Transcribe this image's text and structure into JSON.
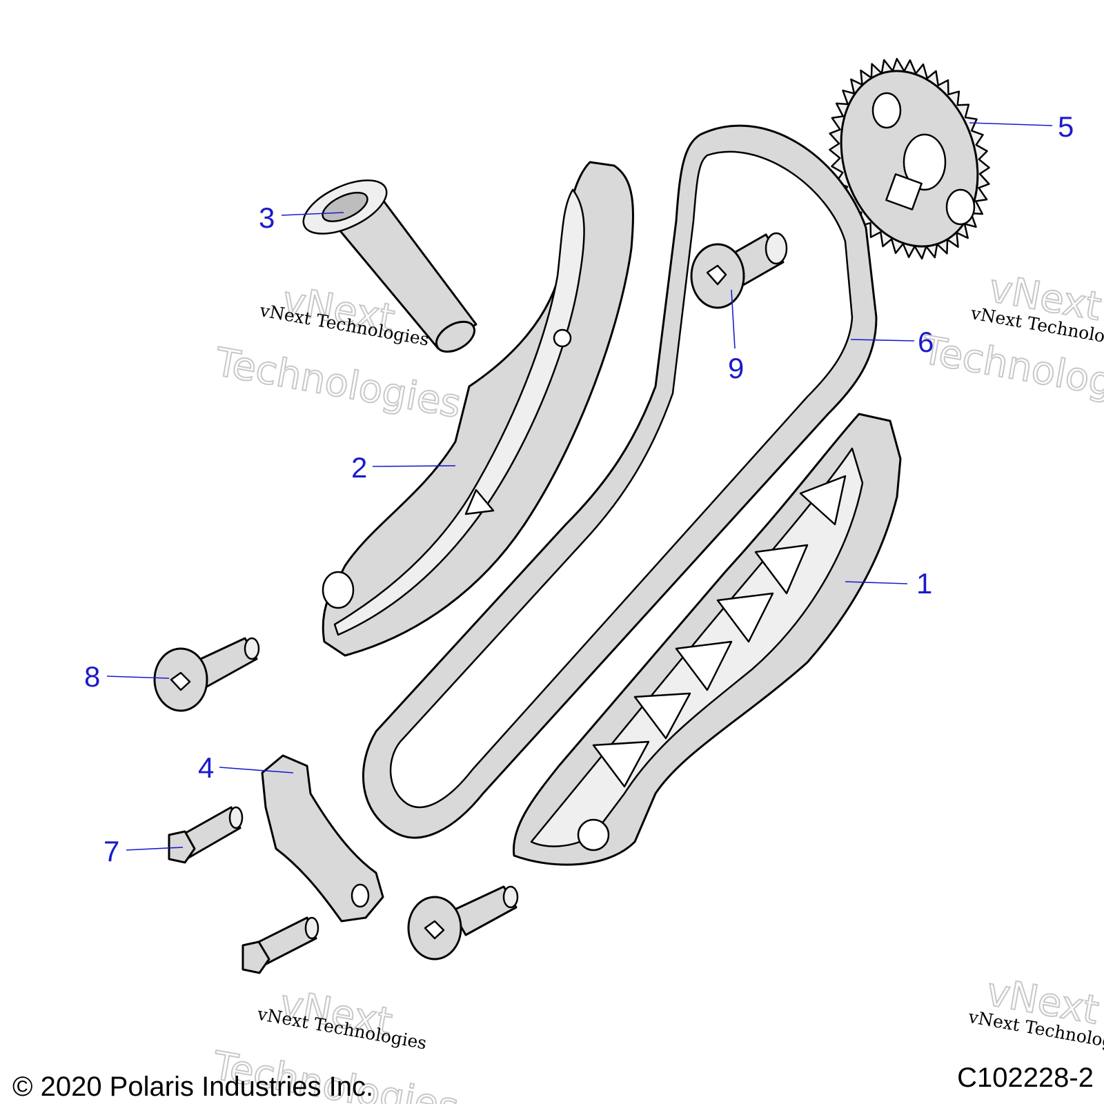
{
  "callouts": {
    "c1": "1",
    "c2": "2",
    "c3": "3",
    "c4": "4",
    "c5": "5",
    "c6": "6",
    "c7": "7",
    "c8": "8",
    "c9": "9"
  },
  "watermark": {
    "small": "vNext Technologies",
    "big_line1": "vNext",
    "big_line2": "Technologies"
  },
  "footer": {
    "copyright": "© 2020 Polaris Industries Inc.",
    "figure_code": "C102228-2"
  },
  "colors": {
    "callout": "#1a1acc",
    "part_fill": "#d9d9d9",
    "outline": "#000000"
  }
}
